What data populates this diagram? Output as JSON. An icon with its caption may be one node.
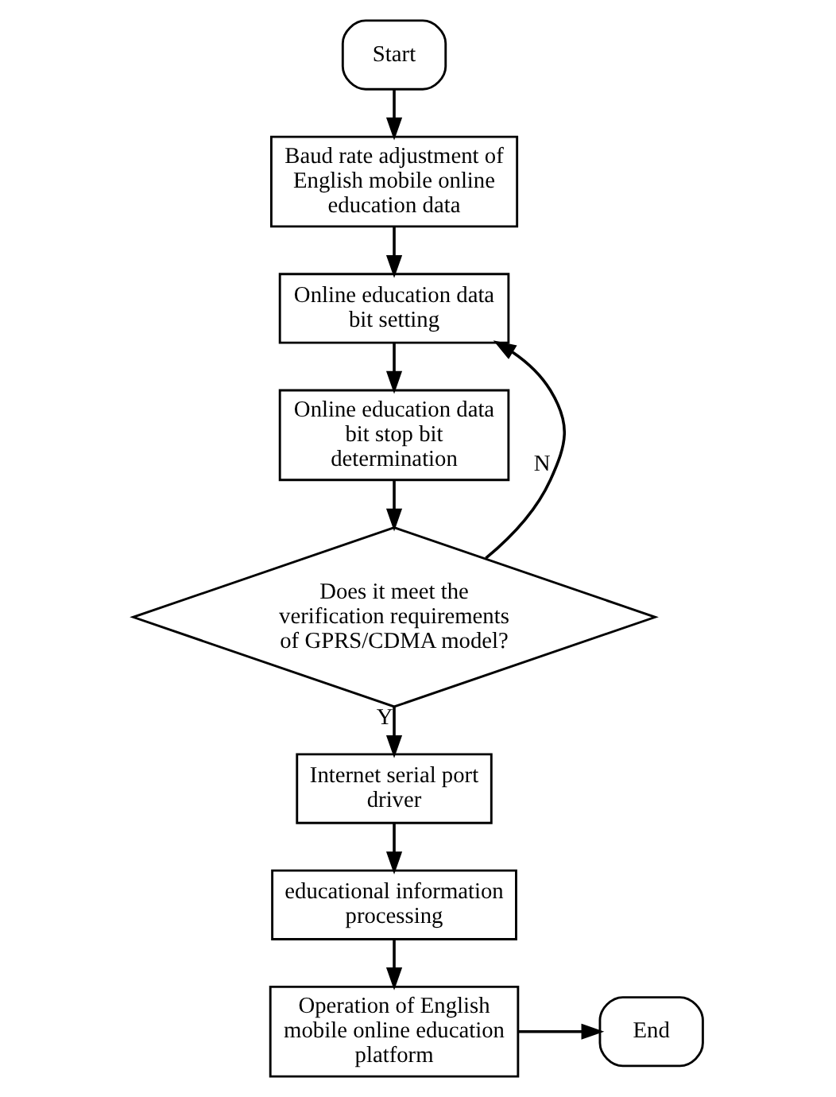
{
  "diagram": {
    "nodes": [
      {
        "text": [
          "Start"
        ]
      },
      {
        "text": [
          "Baud rate adjustment of English mobile online education data"
        ]
      },
      {
        "text": [
          "Online education data bit setting"
        ]
      },
      {
        "text": [
          "Online education data bit stop bit determination"
        ]
      },
      {
        "text": [
          "Does it meet the verification requirements of GPRS/CDMA model?"
        ]
      },
      {
        "text": [
          "Internet serial port driver"
        ]
      },
      {
        "text": [
          "educational information processing"
        ]
      },
      {
        "text": [
          "Operation of English mobile online education platform"
        ]
      },
      {
        "text": [
          "End"
        ]
      }
    ],
    "edges": [
      {
        "from": 0,
        "to": 1,
        "arrow": "to"
      },
      {
        "from": 1,
        "to": 2,
        "arrow": "to"
      },
      {
        "from": 2,
        "to": 3,
        "arrow": "to"
      },
      {
        "from": 3,
        "to": 4,
        "arrow": "to"
      },
      {
        "from": 4,
        "to": 2,
        "arrow": "to",
        "label": "N"
      },
      {
        "from": 4,
        "to": 5,
        "arrow": "to",
        "label": "Y"
      },
      {
        "from": 5,
        "to": 6,
        "arrow": "to"
      },
      {
        "from": 6,
        "to": 7,
        "arrow": "to"
      },
      {
        "from": 7,
        "to": 8,
        "arrow": "to"
      }
    ]
  }
}
